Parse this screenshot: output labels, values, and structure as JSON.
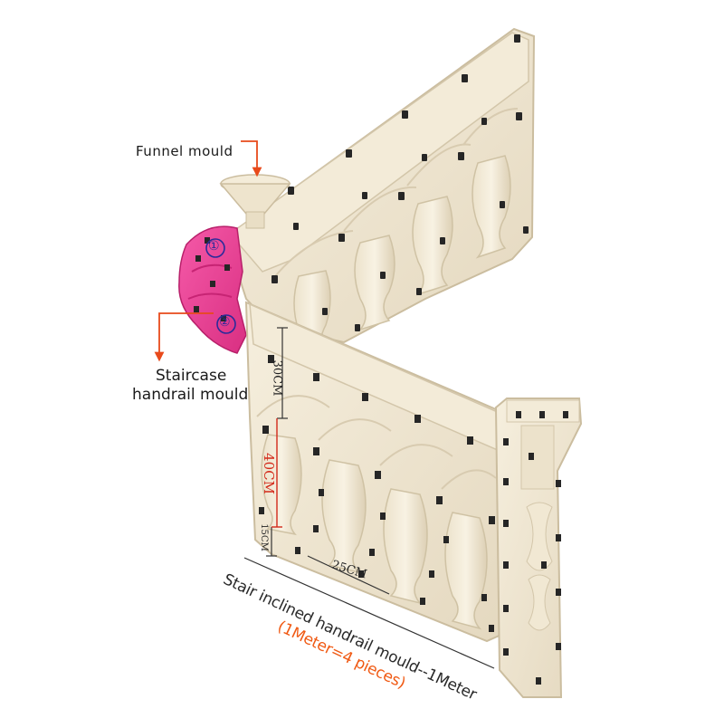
{
  "labels": {
    "funnel": "Funnel mould",
    "staircase_line1": "Staircase",
    "staircase_line2": "handrail mould",
    "marker_1": "①",
    "marker_2": "②"
  },
  "dimensions": {
    "height_top": "30CM",
    "height_mid": "40CM",
    "height_bottom": "15CM",
    "width": "25CM"
  },
  "caption": {
    "line1": "Stair inclined handrail mould--1Meter",
    "line2": "(1Meter=4 pieces)"
  },
  "colors": {
    "mould": "#efe6d2",
    "mould_shadow": "#d9cdb4",
    "clip": "#262626",
    "pink_mould": "#ee3f95",
    "arrow": "#e84a1b",
    "dim_red": "#d32a1a",
    "caption_orange": "#f05a14"
  }
}
